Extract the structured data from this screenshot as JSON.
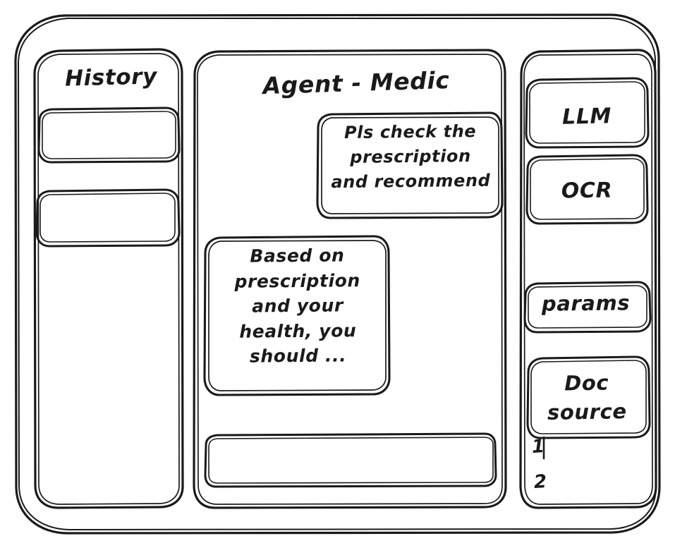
{
  "app": {
    "style": "hand-drawn-wireframe",
    "stroke_color": "#1a1a1a",
    "background_color": "#ffffff"
  },
  "history_panel": {
    "title": "History",
    "items": [
      {
        "label": ""
      },
      {
        "label": ""
      }
    ]
  },
  "agent_panel": {
    "title": "Agent - Medic",
    "messages": [
      {
        "role": "user",
        "text": "Pls check the\nprescription\nand recommend"
      },
      {
        "role": "assistant",
        "text": "Based on\nprescription\nand your\nhealth, you\nshould ..."
      }
    ],
    "composer": {
      "value": "",
      "placeholder": ""
    }
  },
  "tools_panel": {
    "buttons": [
      {
        "label": "LLM",
        "name": "llm"
      },
      {
        "label": "OCR",
        "name": "ocr"
      },
      {
        "label": "params",
        "name": "params"
      }
    ],
    "doc_source": {
      "label": "Doc\nsource",
      "items": [
        {
          "number": "1"
        },
        {
          "number": "2"
        }
      ]
    }
  }
}
